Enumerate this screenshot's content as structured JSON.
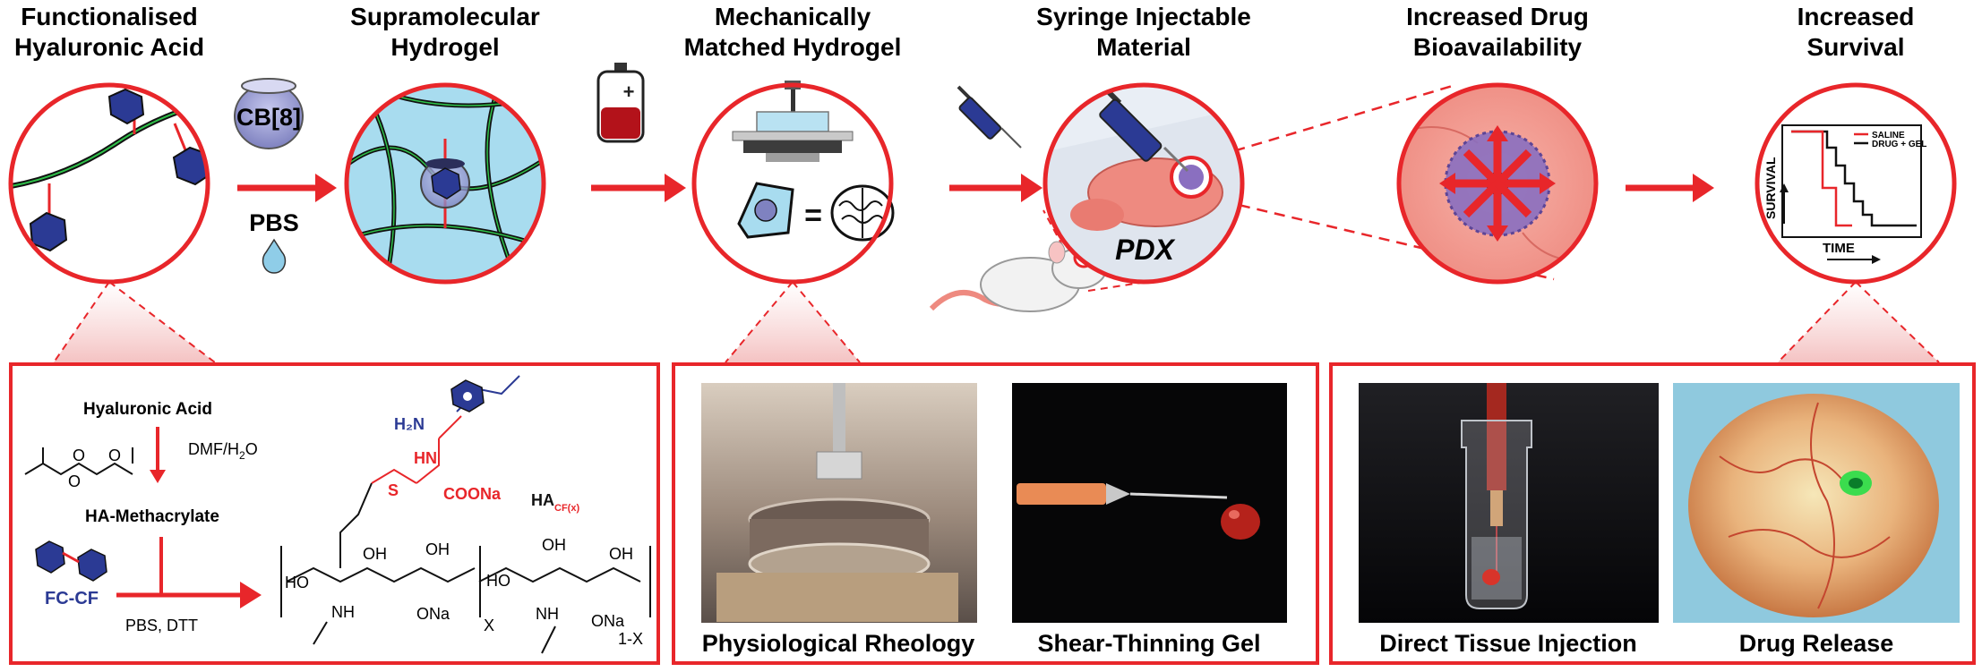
{
  "stages": [
    {
      "line1": "Functionalised",
      "line2": "Hyaluronic Acid"
    },
    {
      "line1": "Supramolecular",
      "line2": "Hydrogel"
    },
    {
      "line1": "Mechanically",
      "line2": "Matched Hydrogel"
    },
    {
      "line1": "Syringe Injectable",
      "line2": "Material"
    },
    {
      "line1": "Increased Drug",
      "line2": "Bioavailability"
    },
    {
      "line1": "Increased",
      "line2": "Survival"
    }
  ],
  "reagents": {
    "cb8": "CB[8]",
    "pbs": "PBS",
    "pdx": "PDX"
  },
  "survival_plot": {
    "ylabel": "SURVIVAL",
    "xlabel": "TIME",
    "legend": [
      "SALINE",
      "DRUG + GEL"
    ]
  },
  "chemistry": {
    "hyaluronic_acid": "Hyaluronic Acid",
    "dmf": "DMF/H",
    "dmf_sub": "2",
    "dmf_tail": "O",
    "ha_methacrylate": "HA-Methacrylate",
    "fc": "FC-CF",
    "pbs_dtt": "PBS, DTT",
    "h2n": "H₂N",
    "hn": "HN",
    "s": "S",
    "coona": "COONa",
    "ha_cf": "HA",
    "ha_cf_sub": "CF(x)",
    "x": "X",
    "onex": "1-X",
    "ona1": "ONa",
    "ona2": "ONa",
    "nh1": "NH",
    "nh2": "NH",
    "ho1": "HO",
    "ho2": "HO",
    "oh1": "OH",
    "oh2": "OH",
    "oh3": "OH",
    "oh4": "OH"
  },
  "captions": {
    "rheology": "Physiological Rheology",
    "shear": "Shear-Thinning Gel",
    "injection": "Direct Tissue Injection",
    "release": "Drug Release"
  },
  "colors": {
    "accent_red": "#e8262a",
    "hexagon_blue": "#2b3a94",
    "gel_blue": "#a8dcef",
    "cb8_purple": "#9a9bd1"
  }
}
